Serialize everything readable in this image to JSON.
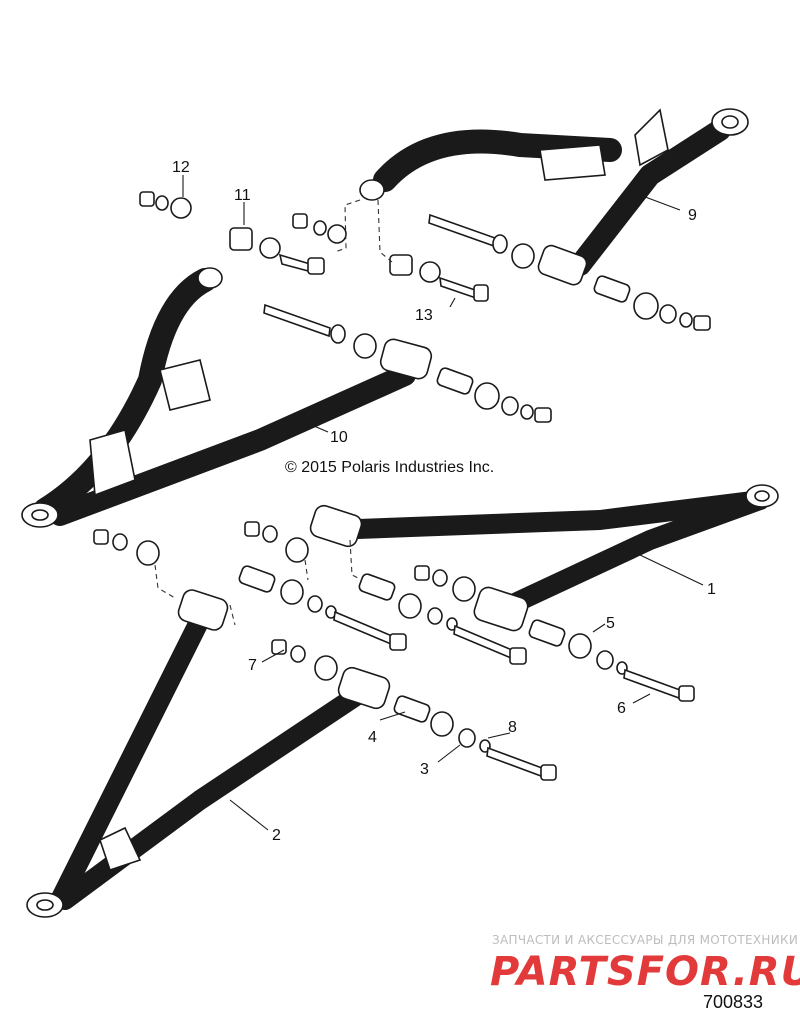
{
  "copyright": "© 2015 Polaris Industries Inc.",
  "figure_number": "700833",
  "watermark": {
    "tagline": "ЗАПЧАСТИ И АКСЕССУАРЫ ДЛЯ МОТОТЕХНИКИ",
    "brand": "PARTSFOR.RU",
    "brand_color": "#e23a3a"
  },
  "callouts": {
    "c1": "1",
    "c2": "2",
    "c3": "3",
    "c4": "4",
    "c5": "5",
    "c6": "6",
    "c7": "7",
    "c8": "8",
    "c9": "9",
    "c10": "10",
    "c11": "11",
    "c12": "12",
    "c13": "13"
  }
}
